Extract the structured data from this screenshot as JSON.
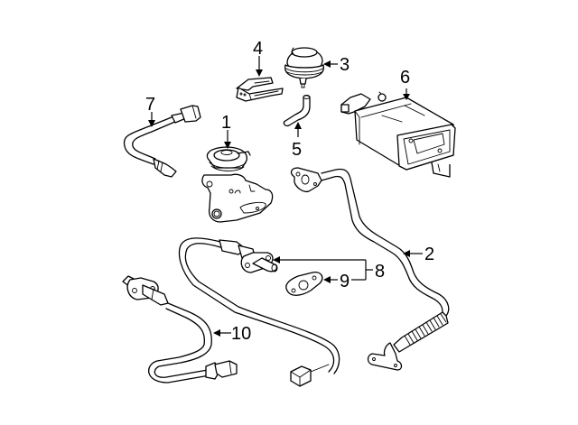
{
  "diagram": {
    "type": "exploded-parts-diagram",
    "line_color": "#000000",
    "background": "#ffffff",
    "callouts": [
      {
        "number": "1",
        "part": "egr-valve"
      },
      {
        "number": "2",
        "part": "egr-pipe"
      },
      {
        "number": "3",
        "part": "vacuum-modulator"
      },
      {
        "number": "4",
        "part": "bracket"
      },
      {
        "number": "5",
        "part": "vacuum-hose"
      },
      {
        "number": "6",
        "part": "vapor-canister"
      },
      {
        "number": "7",
        "part": "temperature-sensor"
      },
      {
        "number": "8",
        "part": "oxygen-sensor-upstream"
      },
      {
        "number": "9",
        "part": "gasket"
      },
      {
        "number": "10",
        "part": "oxygen-sensor-downstream"
      }
    ]
  }
}
